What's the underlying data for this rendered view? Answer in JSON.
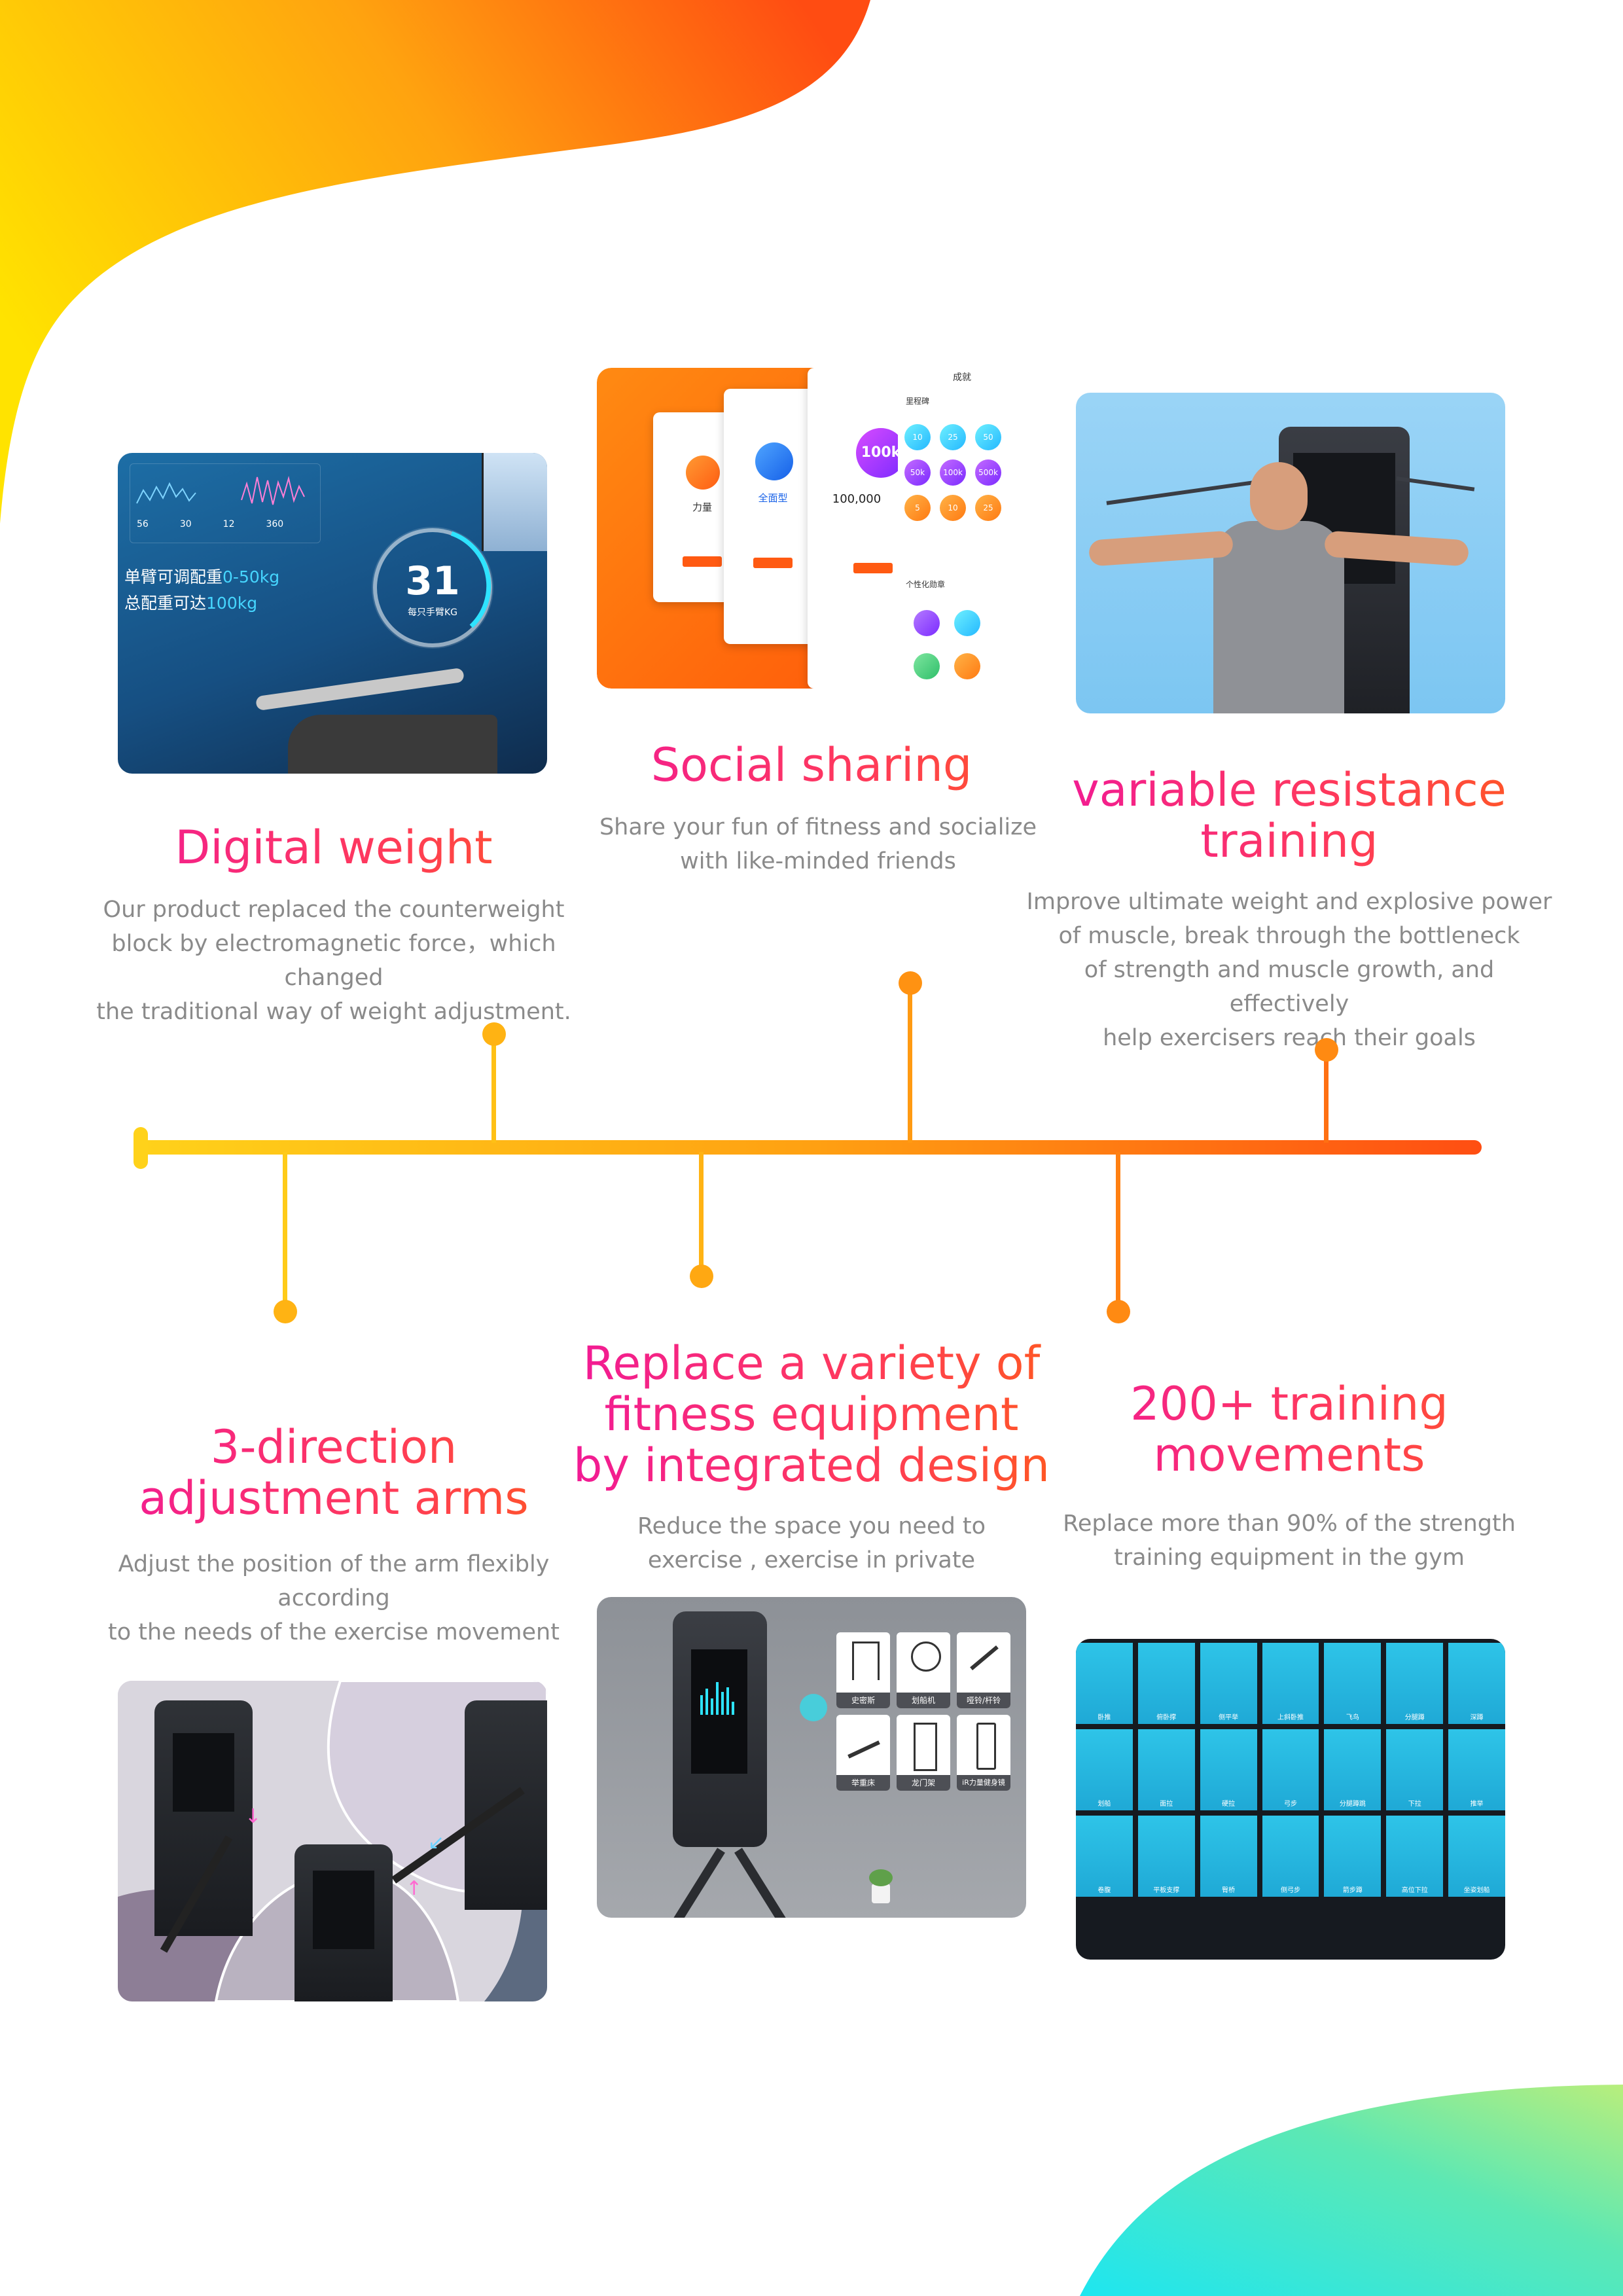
{
  "features": {
    "digital_weight": {
      "title": "Digital weight",
      "desc": "Our product replaced the counterweight\nblock by electromagnetic force，which changed\nthe traditional way of weight adjustment.",
      "screen": {
        "line1_prefix": "单臂可调配重",
        "line1_value": "0-50kg",
        "line2_prefix": "总配重可达",
        "line2_value": "100kg",
        "dial_value": "31",
        "dial_unit": "每只手臂KG",
        "stats": [
          "56",
          "30",
          "12",
          "360"
        ]
      }
    },
    "social_sharing": {
      "title": "Social sharing",
      "desc": "Share your fun of fitness and socialize\nwith like-minded friends",
      "phones": {
        "card1_label": "力量",
        "card2_label": "全面型",
        "card3_badge": "100k",
        "card3_value": "100,000",
        "panel_title": "成就",
        "panel_row_label": "里程碑",
        "panel_badges": [
          "10",
          "25",
          "50",
          "50k",
          "100k",
          "500k",
          "5",
          "10",
          "25"
        ],
        "panel_section": "个性化勋章"
      }
    },
    "variable_resistance": {
      "title": "variable resistance\ntraining",
      "desc": "Improve ultimate weight and explosive power\nof muscle, break through the bottleneck\nof strength and muscle growth, and effectively\nhelp exercisers reach their goals"
    },
    "adjustment_arms": {
      "title": "3-direction\nadjustment arms",
      "desc": "Adjust the position of the arm flexibly according\nto the needs of the exercise movement"
    },
    "integrated_design": {
      "title": "Replace a variety of\nfitness equipment\nby integrated design",
      "desc": "Reduce the space you need to\nexercise , exercise in private",
      "equipment": [
        "史密斯",
        "划船机",
        "哑铃/杆铃",
        "举重床",
        "龙门架",
        "iR力量健身镜"
      ]
    },
    "training_movements": {
      "title": "200+ training\nmovements",
      "desc": "Replace more than 90% of the strength\ntraining equipment in the gym",
      "grid_labels": [
        "卧推",
        "俯卧撑",
        "侧平举",
        "上斜卧推",
        "飞鸟",
        "分腿蹲",
        "深蹲",
        "划船",
        "面拉",
        "硬拉",
        "弓步",
        "分腿蹲跳",
        "下拉",
        "推举",
        "卷腹",
        "平板支撑",
        "臀桥",
        "侧弓步",
        "箭步蹲",
        "高位下拉",
        "坐姿划船"
      ]
    }
  },
  "colors": {
    "timeline_start": "#ffd21a",
    "timeline_end": "#ff4e12",
    "title_pink": "#f0189a",
    "title_orange": "#ff5a1e",
    "desc_gray": "#8a8a8a"
  }
}
